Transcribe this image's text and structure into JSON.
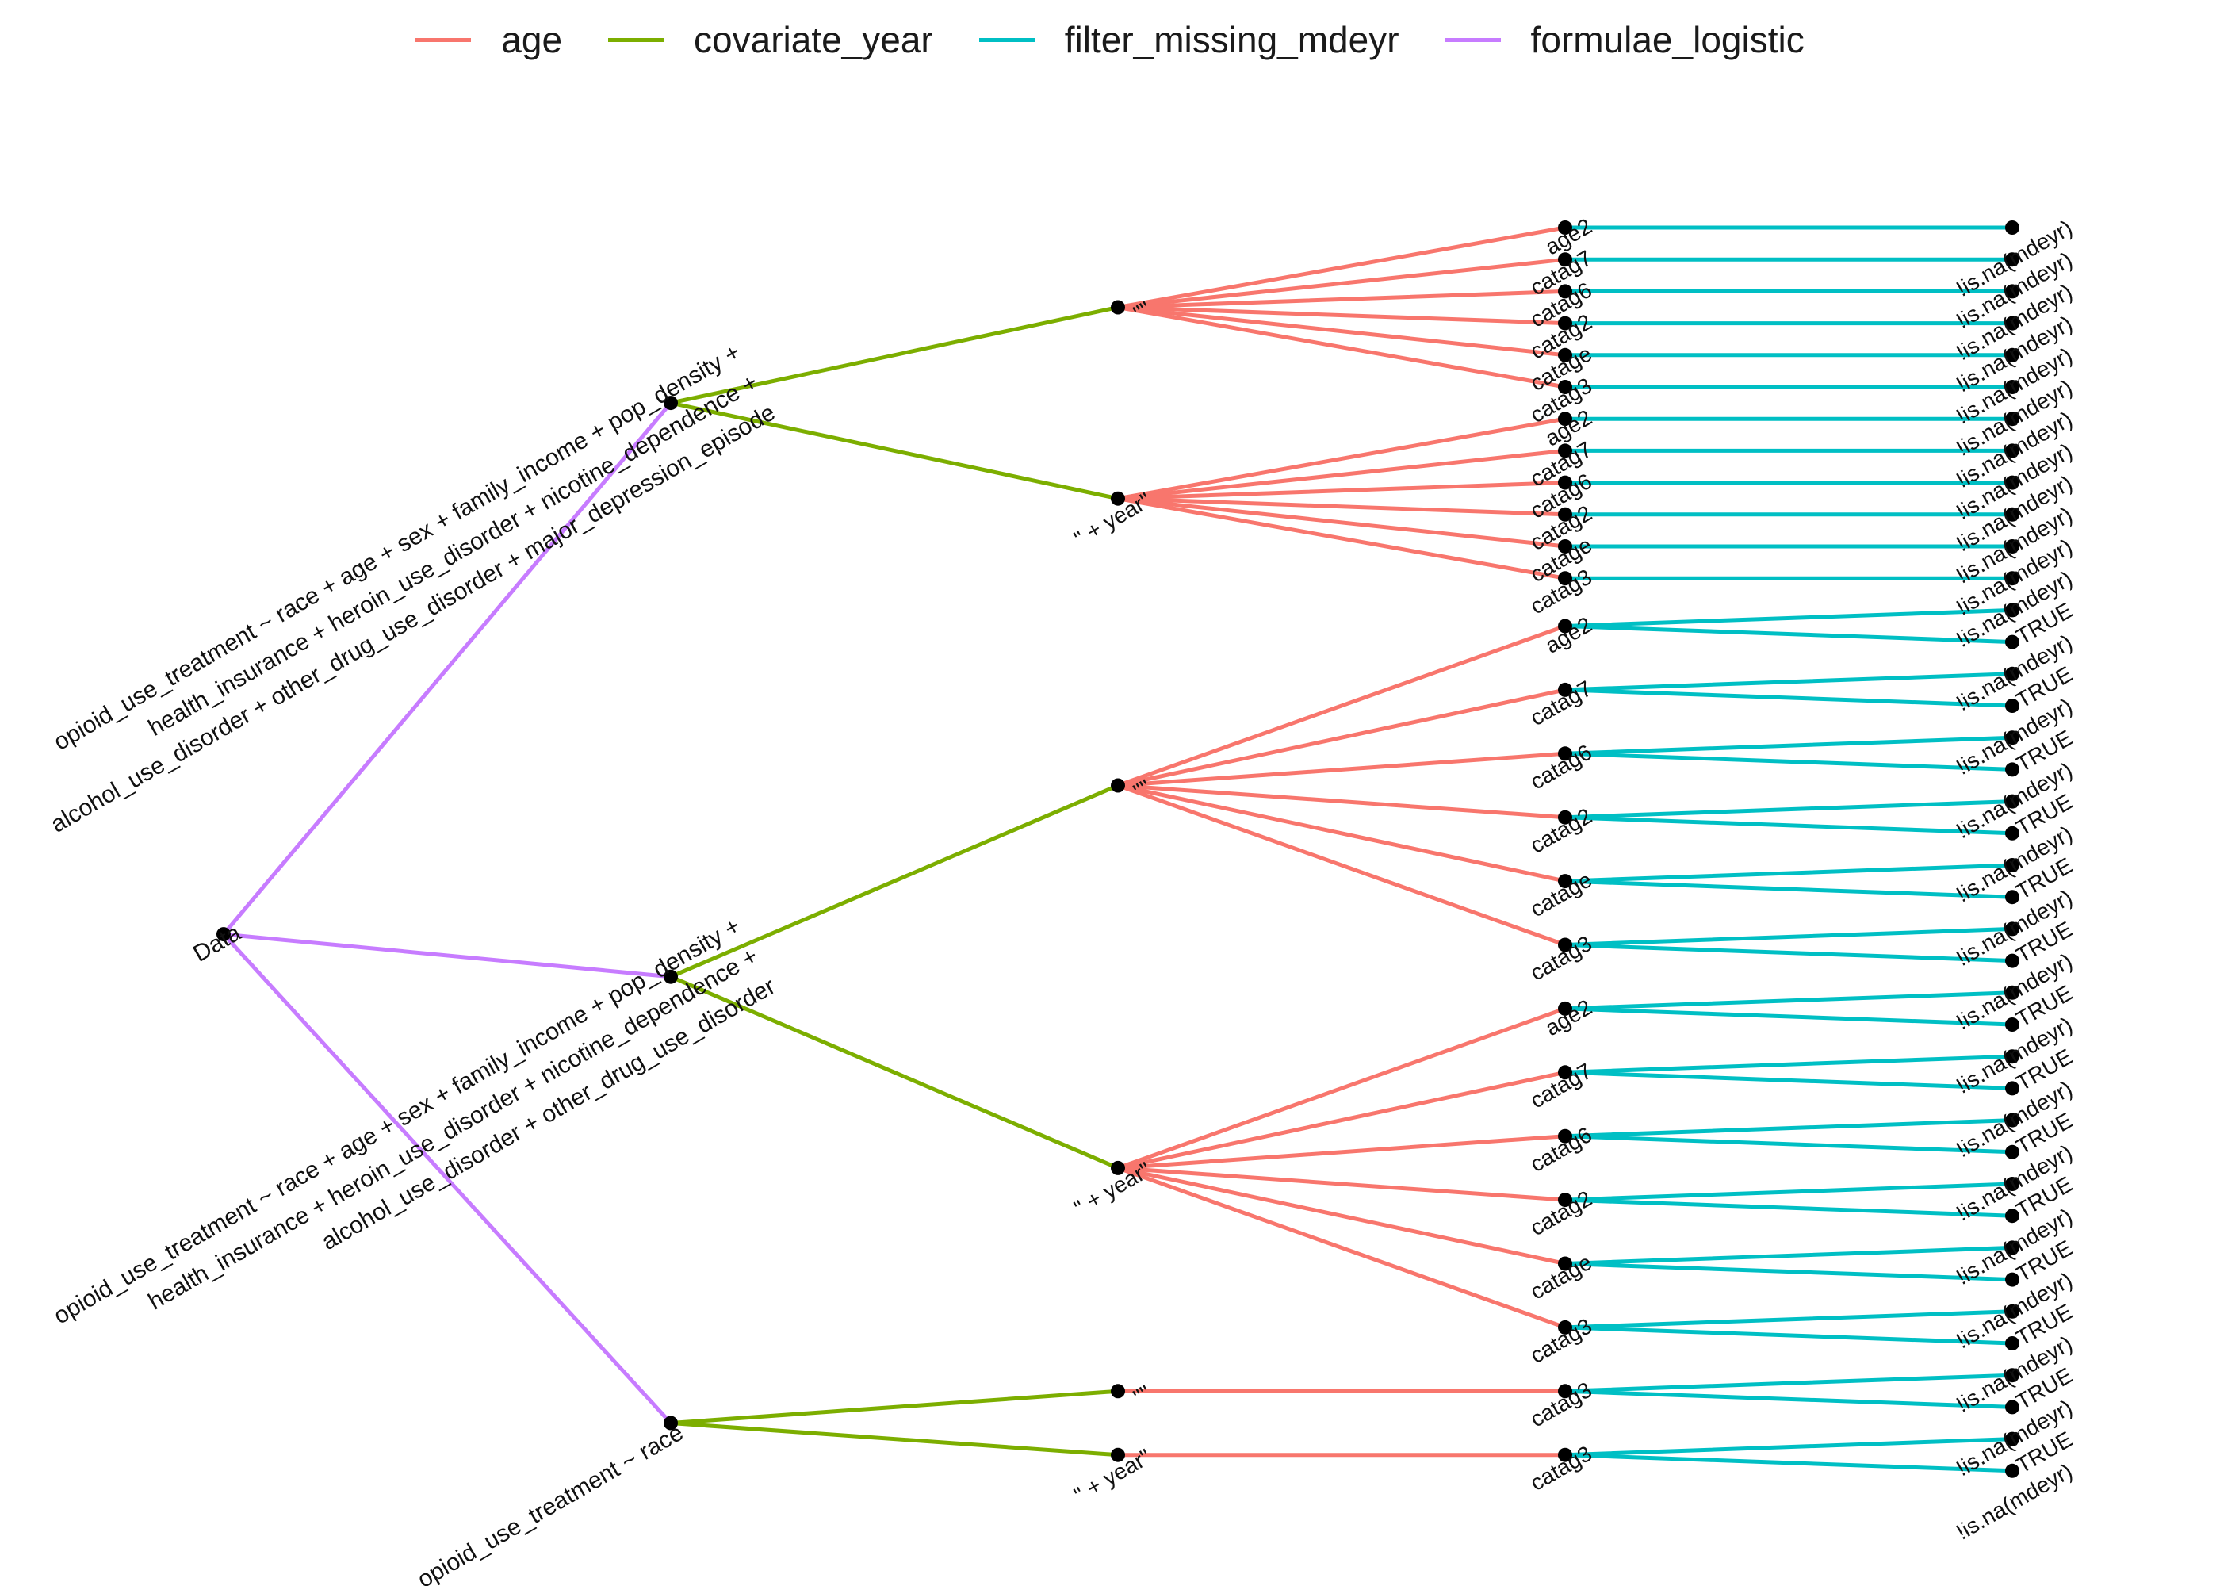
{
  "colors": {
    "age": "#F8766D",
    "covariate_year": "#7CAE00",
    "filter_missing_mdeyr": "#00BFC4",
    "formulae_logistic": "#C77CFF",
    "node": "#000000"
  },
  "legend": [
    {
      "key": "age",
      "label": "age"
    },
    {
      "key": "covariate_year",
      "label": "covariate_year"
    },
    {
      "key": "filter_missing_mdeyr",
      "label": "filter_missing_mdeyr"
    },
    {
      "key": "formulae_logistic",
      "label": "formulae_logistic"
    }
  ],
  "tree": {
    "root_label": "Data",
    "formulae": [
      {
        "lines": [
          "opioid_use_treatment ~ race + age + sex + family_income + pop_density +",
          "health_insurance + heroin_use_disorder + nicotine_dependence +",
          "alcohol_use_disorder + other_drug_use_disorder + major_depression_episode"
        ],
        "covariates": [
          {
            "label": "\"\"",
            "ages": [
              {
                "label": "age2",
                "filters": [
                  "!is.na(mdeyr)"
                ]
              },
              {
                "label": "catag7",
                "filters": [
                  "!is.na(mdeyr)"
                ]
              },
              {
                "label": "catag6",
                "filters": [
                  "!is.na(mdeyr)"
                ]
              },
              {
                "label": "catag2",
                "filters": [
                  "!is.na(mdeyr)"
                ]
              },
              {
                "label": "catage",
                "filters": [
                  "!is.na(mdeyr)"
                ]
              },
              {
                "label": "catag3",
                "filters": [
                  "!is.na(mdeyr)"
                ]
              }
            ]
          },
          {
            "label": "\" + year\"",
            "ages": [
              {
                "label": "age2",
                "filters": [
                  "!is.na(mdeyr)"
                ]
              },
              {
                "label": "catag7",
                "filters": [
                  "!is.na(mdeyr)"
                ]
              },
              {
                "label": "catag6",
                "filters": [
                  "!is.na(mdeyr)"
                ]
              },
              {
                "label": "catag2",
                "filters": [
                  "!is.na(mdeyr)"
                ]
              },
              {
                "label": "catage",
                "filters": [
                  "!is.na(mdeyr)"
                ]
              },
              {
                "label": "catag3",
                "filters": [
                  "!is.na(mdeyr)"
                ]
              }
            ]
          }
        ]
      },
      {
        "lines": [
          "opioid_use_treatment ~ race + age + sex + family_income + pop_density +",
          "health_insurance + heroin_use_disorder + nicotine_dependence +",
          "alcohol_use_disorder + other_drug_use_disorder"
        ],
        "covariates": [
          {
            "label": "\"\"",
            "ages": [
              {
                "label": "age2",
                "filters": [
                  "TRUE",
                  "!is.na(mdeyr)"
                ]
              },
              {
                "label": "catag7",
                "filters": [
                  "TRUE",
                  "!is.na(mdeyr)"
                ]
              },
              {
                "label": "catag6",
                "filters": [
                  "TRUE",
                  "!is.na(mdeyr)"
                ]
              },
              {
                "label": "catag2",
                "filters": [
                  "TRUE",
                  "!is.na(mdeyr)"
                ]
              },
              {
                "label": "catage",
                "filters": [
                  "TRUE",
                  "!is.na(mdeyr)"
                ]
              },
              {
                "label": "catag3",
                "filters": [
                  "TRUE",
                  "!is.na(mdeyr)"
                ]
              }
            ]
          },
          {
            "label": "\" + year\"",
            "ages": [
              {
                "label": "age2",
                "filters": [
                  "TRUE",
                  "!is.na(mdeyr)"
                ]
              },
              {
                "label": "catag7",
                "filters": [
                  "TRUE",
                  "!is.na(mdeyr)"
                ]
              },
              {
                "label": "catag6",
                "filters": [
                  "TRUE",
                  "!is.na(mdeyr)"
                ]
              },
              {
                "label": "catag2",
                "filters": [
                  "TRUE",
                  "!is.na(mdeyr)"
                ]
              },
              {
                "label": "catage",
                "filters": [
                  "TRUE",
                  "!is.na(mdeyr)"
                ]
              },
              {
                "label": "catag3",
                "filters": [
                  "TRUE",
                  "!is.na(mdeyr)"
                ]
              }
            ]
          }
        ]
      },
      {
        "lines": [
          "opioid_use_treatment ~ race"
        ],
        "covariates": [
          {
            "label": "\"\"",
            "ages": [
              {
                "label": "catag3",
                "filters": [
                  "TRUE",
                  "!is.na(mdeyr)"
                ]
              }
            ]
          },
          {
            "label": "\" + year\"",
            "ages": [
              {
                "label": "catag3",
                "filters": [
                  "TRUE",
                  "!is.na(mdeyr)"
                ]
              }
            ]
          }
        ]
      }
    ]
  }
}
